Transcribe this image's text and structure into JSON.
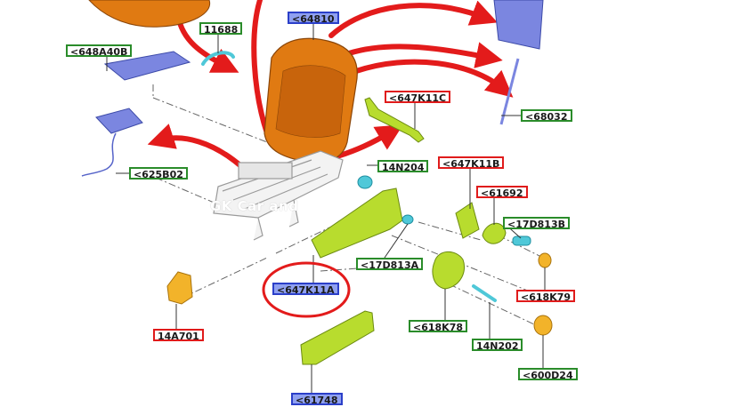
{
  "diagram": {
    "colors": {
      "seat_orange": "#e07a12",
      "part_green": "#b8dc2e",
      "part_cyan": "#4fc8d8",
      "part_yellow": "#f2b32a",
      "part_blue": "#7b86e0",
      "arrow_red": "#e31b1b",
      "callout_red": "#e31b1b"
    },
    "labels": [
      {
        "id": "l1",
        "text": "<648A40B",
        "style": "green"
      },
      {
        "id": "l2",
        "text": "11688",
        "style": "green"
      },
      {
        "id": "l3",
        "text": "<64810",
        "style": "blue"
      },
      {
        "id": "l4",
        "text": "<647K11C",
        "style": "red"
      },
      {
        "id": "l5",
        "text": "<68032",
        "style": "green"
      },
      {
        "id": "l6",
        "text": "<625B02",
        "style": "green"
      },
      {
        "id": "l7",
        "text": "14N204",
        "style": "green"
      },
      {
        "id": "l8",
        "text": "<647K11B",
        "style": "red"
      },
      {
        "id": "l9",
        "text": "<61692",
        "style": "red"
      },
      {
        "id": "l10",
        "text": "<17D813B",
        "style": "green"
      },
      {
        "id": "l11",
        "text": "<17D813A",
        "style": "green"
      },
      {
        "id": "l12",
        "text": "<647K11A",
        "style": "blue"
      },
      {
        "id": "l13",
        "text": "<618K79",
        "style": "red"
      },
      {
        "id": "l14",
        "text": "14A701",
        "style": "red"
      },
      {
        "id": "l15",
        "text": "<618K78",
        "style": "green"
      },
      {
        "id": "l16",
        "text": "14N202",
        "style": "green"
      },
      {
        "id": "l17",
        "text": "<600D24",
        "style": "green"
      },
      {
        "id": "l18",
        "text": "<61748",
        "style": "blue"
      }
    ],
    "watermark": "GK Car and"
  }
}
